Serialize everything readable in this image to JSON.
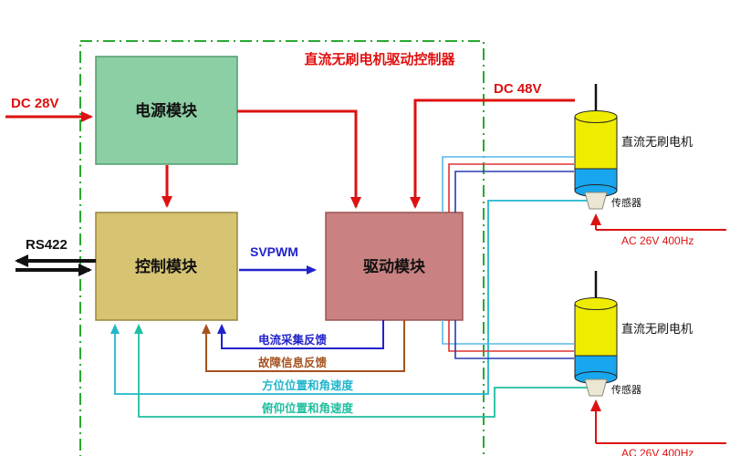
{
  "title": "直流无刷电机驱动控制器",
  "boundary_color": "#2aa832",
  "modules": {
    "power": {
      "label": "电源模块",
      "fill": "#8ccfa4"
    },
    "control": {
      "label": "控制模块",
      "fill": "#d6c472"
    },
    "drive": {
      "label": "驱动模块",
      "fill": "#c98181"
    }
  },
  "signals": {
    "dc28v": {
      "label": "DC 28V",
      "color": "#dd1111"
    },
    "dc48v": {
      "label": "DC 48V",
      "color": "#dd1111"
    },
    "rs422": {
      "label": "RS422",
      "color": "#111111"
    },
    "svpwm": {
      "label": "SVPWM",
      "color": "#2222cc"
    },
    "current_feedback": {
      "label": "电流采集反馈",
      "color": "#2222cc"
    },
    "fault_feedback": {
      "label": "故障信息反馈",
      "color": "#a5521f"
    },
    "azimuth_feedback": {
      "label": "方位位置和角速度",
      "color": "#22b6cc"
    },
    "pitch_feedback": {
      "label": "俯仰位置和角速度",
      "color": "#1fbf9f"
    }
  },
  "motors": {
    "top": {
      "name": "直流无刷电机",
      "sensor_label": "传感器",
      "supply": "AC 26V 400Hz"
    },
    "bottom": {
      "name": "直流无刷电机",
      "sensor_label": "传感器",
      "supply": "AC 26V 400Hz"
    }
  }
}
